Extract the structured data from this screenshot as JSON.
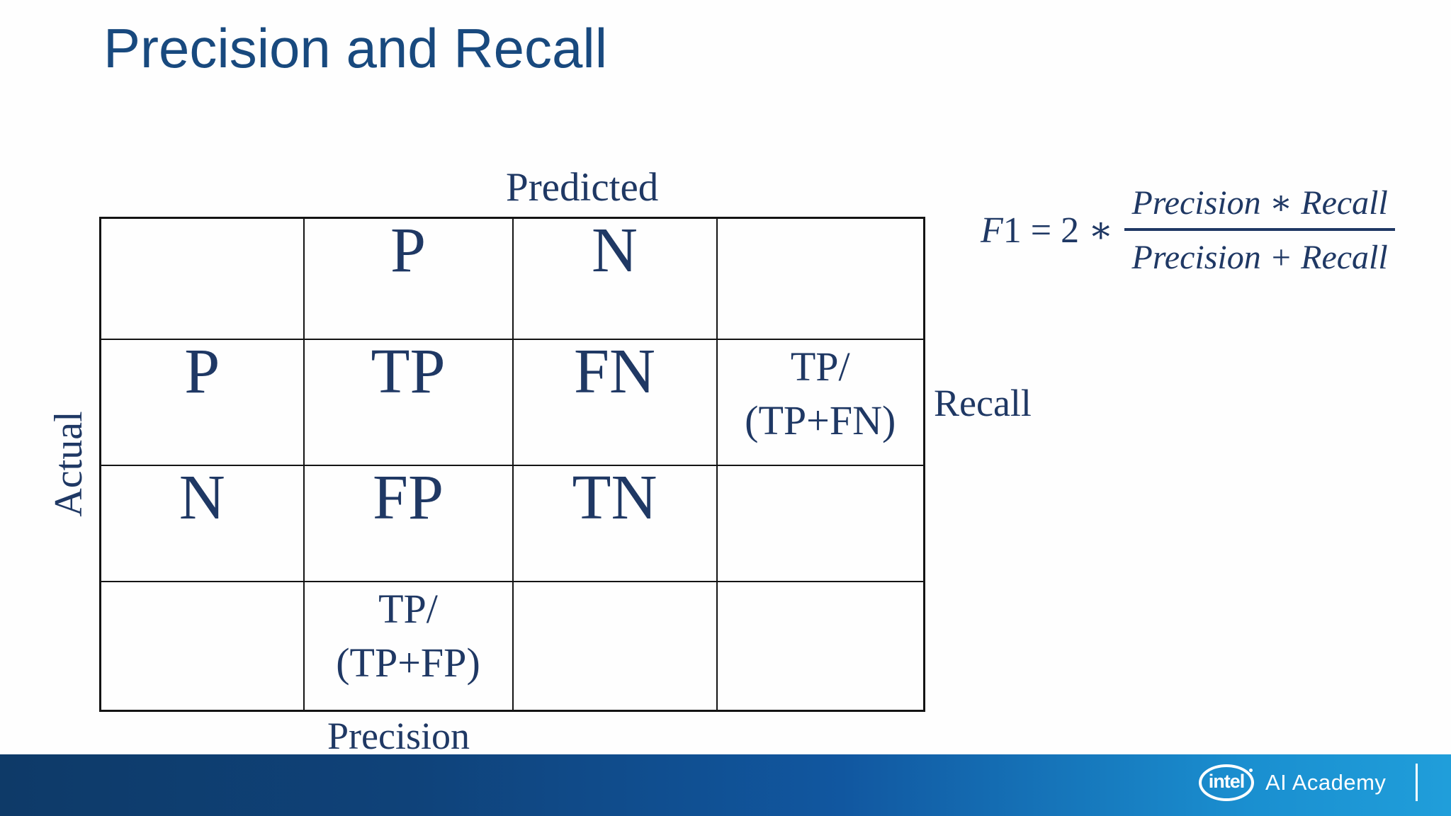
{
  "slide": {
    "title": "Precision and Recall",
    "colors": {
      "title_blue": "#18497e",
      "text_navy": "#1f3864",
      "table_border": "#141414",
      "footer_gradient_left": "#0e3a68",
      "footer_gradient_right": "#209eda",
      "footer_text": "#ffffff",
      "background": "#fefefe"
    }
  },
  "matrix": {
    "axis_labels": {
      "predicted": "Predicted",
      "actual": "Actual",
      "recall": "Recall",
      "precision": "Precision"
    },
    "rows": [
      [
        "",
        "P",
        "N",
        ""
      ],
      [
        "P",
        "TP",
        "FN",
        "TP/\n(TP+FN)"
      ],
      [
        "N",
        "FP",
        "TN",
        ""
      ],
      [
        "",
        "TP/\n(TP+FP)",
        "",
        ""
      ]
    ]
  },
  "formula": {
    "var": "F",
    "index": "1",
    "equals": " = 2 ∗ ",
    "numerator": "Precision ∗ Recall",
    "denominator": "Precision + Recall"
  },
  "footer": {
    "brand": "intel",
    "product": "AI Academy"
  }
}
